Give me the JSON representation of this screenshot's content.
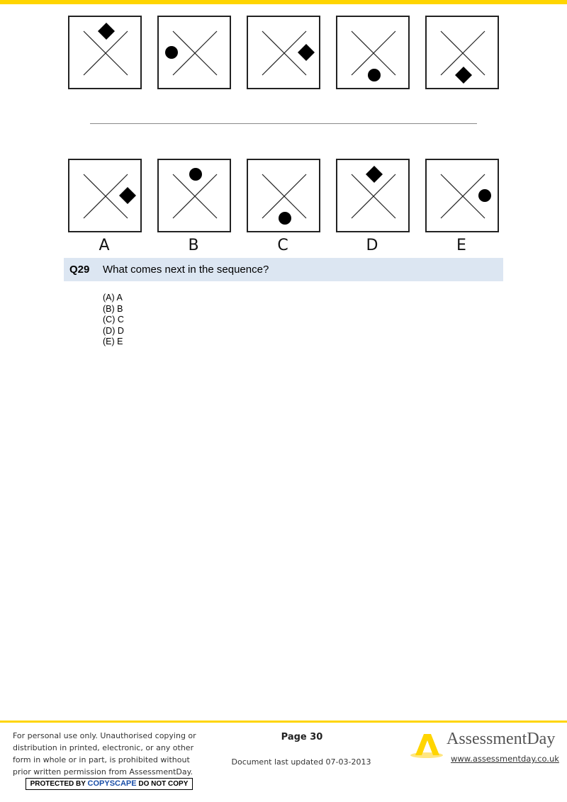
{
  "sequence_figures": [
    {
      "shape": "diamond",
      "position": "top"
    },
    {
      "shape": "circle",
      "position": "left"
    },
    {
      "shape": "diamond",
      "position": "right"
    },
    {
      "shape": "circle",
      "position": "bottom"
    },
    {
      "shape": "diamond",
      "position": "bottom"
    }
  ],
  "option_figures": [
    {
      "label": "A",
      "shape": "diamond",
      "position": "right"
    },
    {
      "label": "B",
      "shape": "circle",
      "position": "top"
    },
    {
      "label": "C",
      "shape": "circle",
      "position": "bottom"
    },
    {
      "label": "D",
      "shape": "diamond",
      "position": "top"
    },
    {
      "label": "E",
      "shape": "circle",
      "position": "right"
    }
  ],
  "question": {
    "number": "Q29",
    "text": "What comes next in the sequence?",
    "answers": [
      "(A) A",
      "(B) B",
      "(C) C",
      "(D) D",
      "(E) E"
    ]
  },
  "footer": {
    "notice": "For personal use only. Unauthorised copying or distribution in printed, electronic, or any other form in whole or in part, is prohibited without prior written permission from AssessmentDay.",
    "copyscape_prefix": "PROTECTED BY",
    "copyscape_brand": "COPYSCAPE",
    "copyscape_suffix": "DO NOT COPY",
    "page": "Page 30",
    "updated": "Document last updated 07-03-2013",
    "brand": "AssessmentDay",
    "url": "www.assessmentday.co.uk"
  },
  "colors": {
    "accent_yellow": "#FFD500",
    "question_bar": "#DCE6F2",
    "copyscape_blue": "#1b4fa8"
  }
}
